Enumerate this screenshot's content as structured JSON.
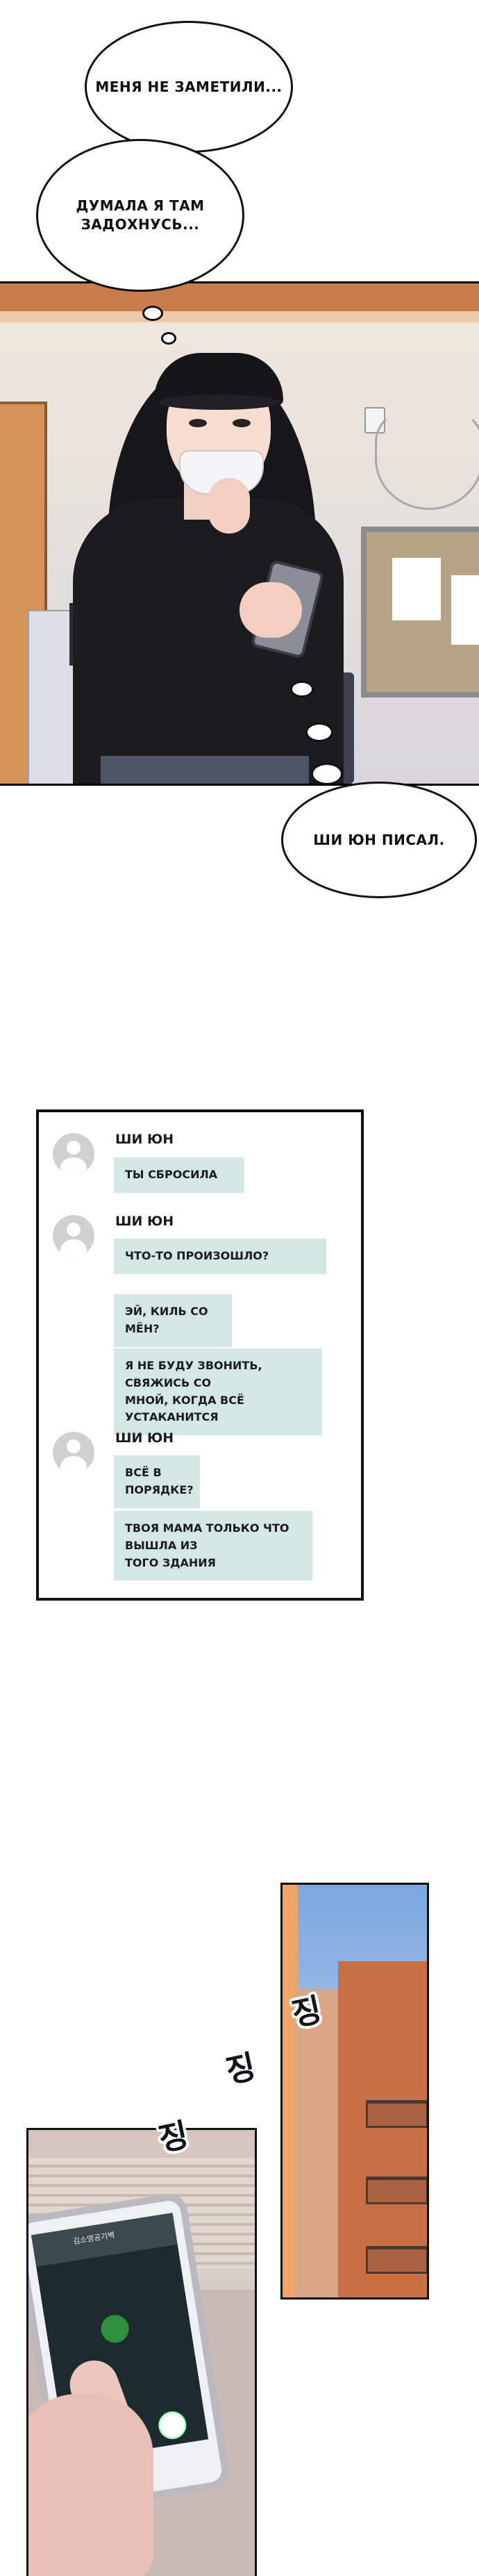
{
  "bubbles": {
    "thought_1": "МЕНЯ НЕ ЗАМЕТИЛИ...",
    "thought_2": "ДУМАЛА Я ТАМ\nЗАДОХНУСЬ...",
    "narration": "ШИ ЮН ПИСАЛ."
  },
  "chat": {
    "groups": [
      {
        "sender": "ШИ ЮН",
        "messages": [
          "ТЫ СБРОСИЛА"
        ]
      },
      {
        "sender": "ШИ ЮН",
        "messages": [
          "ЧТО-ТО ПРОИЗОШЛО?",
          "ЭЙ, КИЛЬ СО МЁН?",
          "Я НЕ БУДУ ЗВОНИТЬ, СВЯЖИСЬ СО\nМНОЙ, КОГДА ВСЁ УСТАКАНИТСЯ"
        ]
      },
      {
        "sender": "ШИ ЮН",
        "messages": [
          "ВСЁ В ПОРЯДКЕ?",
          "ТВОЯ МАМА ТОЛЬКО ЧТО ВЫШЛА ИЗ\nТОГО ЗДАНИЯ"
        ]
      }
    ]
  },
  "sfx": [
    "징",
    "징",
    "징"
  ],
  "phone": {
    "caller": "김소영공기벽"
  },
  "colors": {
    "message_bubble": "#d4e7e4",
    "avatar": "#d0d0d0",
    "sky": "#7ea7de",
    "building": "#c96f45"
  }
}
